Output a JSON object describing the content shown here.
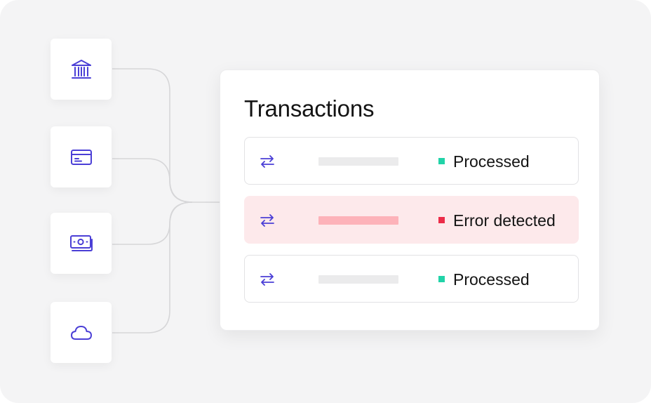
{
  "sources": [
    {
      "icon": "bank-icon"
    },
    {
      "icon": "credit-card-icon"
    },
    {
      "icon": "cash-icon"
    },
    {
      "icon": "cloud-icon"
    }
  ],
  "panel": {
    "title": "Transactions",
    "rows": [
      {
        "status": "Processed",
        "state": "ok",
        "status_color": "#21d3a8"
      },
      {
        "status": "Error detected",
        "state": "error",
        "status_color": "#ec2c48"
      },
      {
        "status": "Processed",
        "state": "ok",
        "status_color": "#21d3a8"
      }
    ]
  },
  "colors": {
    "accent": "#4b3fd6",
    "background": "#f4f4f5",
    "connector": "#d6d6d8",
    "error_row": "#fde9eb",
    "error_bar": "#fdb2b9",
    "placeholder_bar": "#ebebec"
  }
}
